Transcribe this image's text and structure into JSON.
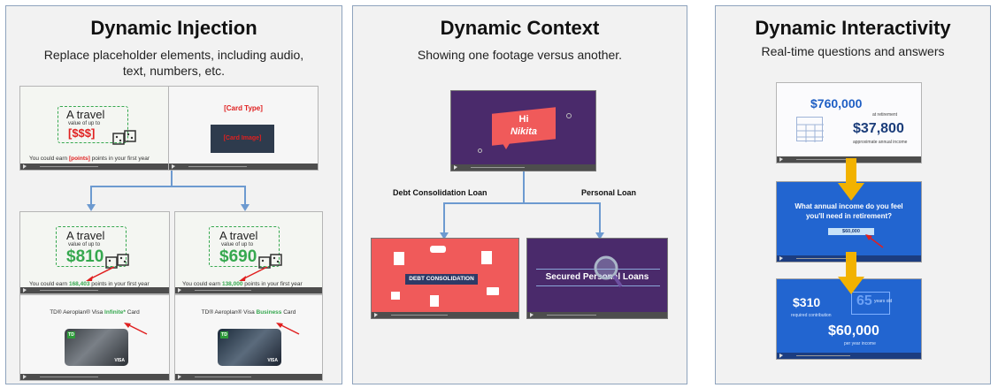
{
  "panels": [
    {
      "title": "Dynamic Injection",
      "subtitle": "Replace placeholder elements, including audio, text, numbers, etc."
    },
    {
      "title": "Dynamic Context",
      "subtitle": "Showing one footage versus another."
    },
    {
      "title": "Dynamic Interactivity",
      "subtitle": "Real-time questions and answers"
    }
  ],
  "injection": {
    "template": {
      "a_travel": "A travel",
      "value_of_up_to": "value of up to",
      "placeholder_value": "[$$$]",
      "earn_prefix": "You could earn",
      "placeholder_points": "[points]",
      "earn_suffix": "points in your first year",
      "card_type": "[Card Type]",
      "card_image": "[Card Image]"
    },
    "variant_a": {
      "a_travel": "A travel",
      "value_of_up_to": "value of up to",
      "value": "$810",
      "earn_prefix": "You could earn",
      "points": "168,403",
      "earn_suffix": "points in your first year",
      "card_prefix": "TD® Aeroplan® Visa",
      "card_name": "Infinite*",
      "card_suffix": "Card"
    },
    "variant_b": {
      "a_travel": "A travel",
      "value_of_up_to": "value of up to",
      "value": "$690",
      "earn_prefix": "You could earn",
      "points": "138,000",
      "earn_suffix": "points in your first year",
      "card_prefix": "TD® Aeroplan® Visa",
      "card_name": "Business",
      "card_suffix": "Card"
    },
    "card_brand": "TD",
    "card_network": "VISA"
  },
  "context": {
    "greeting_hi": "Hi",
    "greeting_name": "Nikita",
    "branch_left": "Debt Consolidation Loan",
    "branch_right": "Personal Loan",
    "left_banner": "DEBT CONSOLIDATION",
    "right_banner": "Secured Personal Loans"
  },
  "interactivity": {
    "screen1": {
      "big": "$760,000",
      "at_retirement": "at retirement",
      "income": "$37,800",
      "income_label": "approximate annual income"
    },
    "screen2": {
      "question": "What annual income do you feel you'll need in retirement?",
      "answer": "$60,000"
    },
    "screen3": {
      "contribution": "$310",
      "contribution_label": "required contribution",
      "age": "65",
      "age_label": "years old",
      "per_year": "$60,000",
      "per_year_label": "per year income"
    }
  },
  "colors": {
    "accent_red": "#e02020",
    "accent_green": "#36a84f",
    "wire_blue": "#6d9ad0",
    "arrow_gold": "#f2b200",
    "purple": "#4a2a6b",
    "coral": "#f05a5a",
    "blue": "#2265d0"
  }
}
